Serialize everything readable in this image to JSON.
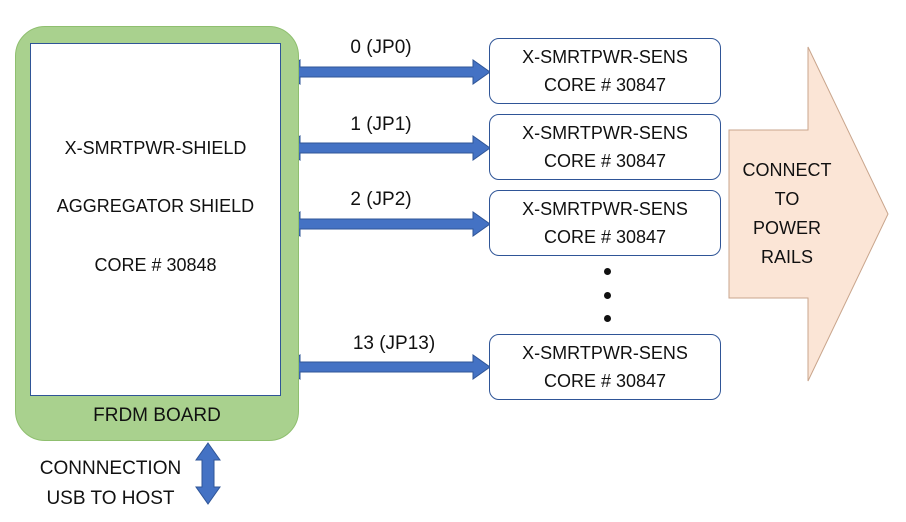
{
  "frdm": {
    "label": "FRDM BOARD"
  },
  "shield": {
    "line1": "X-SMRTPWR-SHIELD",
    "line2": "AGGREGATOR SHIELD",
    "line3": "CORE # 30848"
  },
  "connections": [
    {
      "label": "0  (JP0)"
    },
    {
      "label": "1  (JP1)"
    },
    {
      "label": "2  (JP2)"
    },
    {
      "label": "13  (JP13)"
    }
  ],
  "sensors": [
    {
      "name": "X-SMRTPWR-SENS",
      "core": "CORE # 30847"
    },
    {
      "name": "X-SMRTPWR-SENS",
      "core": "CORE # 30847"
    },
    {
      "name": "X-SMRTPWR-SENS",
      "core": "CORE # 30847"
    },
    {
      "name": "X-SMRTPWR-SENS",
      "core": "CORE # 30847"
    }
  ],
  "usb": {
    "line1": "CONNNECTION",
    "line2": "USB TO HOST"
  },
  "power": {
    "line1": "CONNECT",
    "line2": "TO",
    "line3": "POWER",
    "line4": "RAILS"
  },
  "colors": {
    "board_fill": "#a9d18e",
    "box_border": "#2f5597",
    "arrow_fill": "#4472c4",
    "power_fill": "#fbe5d6"
  }
}
